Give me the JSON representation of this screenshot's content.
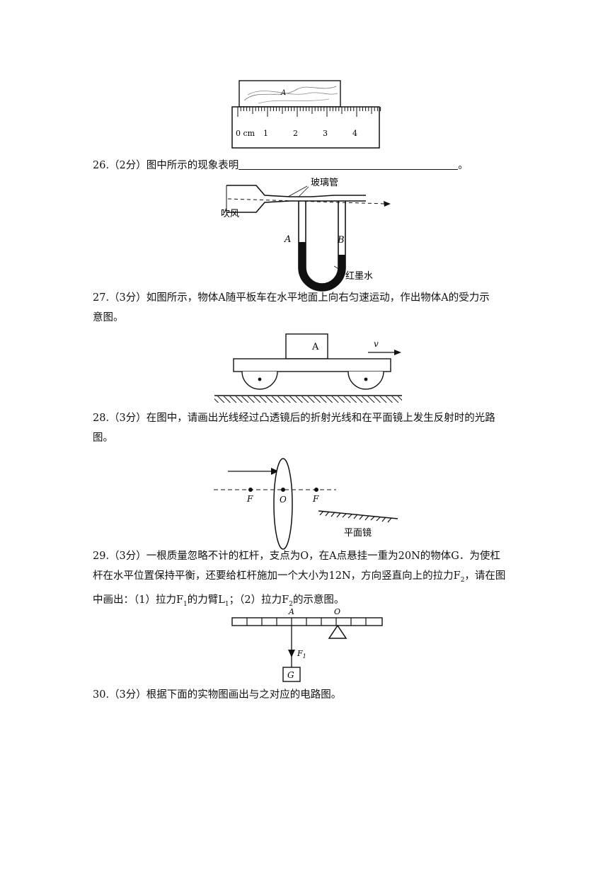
{
  "ruler_figure": {
    "block_label": "A",
    "unit_label": "0 cm",
    "tick_labels": [
      "1",
      "2",
      "3",
      "4"
    ]
  },
  "q26": {
    "text": "26.（2分）图中所示的现象表明",
    "end_mark": "。",
    "figure": {
      "tube_label": "玻璃管",
      "wind_label": "吹风",
      "left_label": "A",
      "right_label": "B",
      "liquid_label": "红墨水"
    }
  },
  "q27": {
    "line1": "27.（3分）如图所示，物体A随平板车在水平地面上向右匀速运动，作出物体A的受力示",
    "line2": "意图。",
    "figure": {
      "block_label": "A",
      "velocity_label": "v"
    }
  },
  "q28": {
    "line1": "28.（3分）在图中，请画出光线经过凸透镜后的折射光线和在平面镜上发生反射时的光路",
    "line2": "图。",
    "figure": {
      "focus_left": "F",
      "center_label": "O",
      "focus_right": "F",
      "mirror_label": "平面镜"
    }
  },
  "q29": {
    "line1": "29.（3分）一根质量忽略不计的杠杆，支点为O，在A点悬挂一重为20N的物体G．为使杠",
    "line2_a": "杆在水平位置保持平衡，还要给杠杆施加一个大小为12N，方向竖直向上的拉力F",
    "line2_sub": "2",
    "line2_b": "，请在图",
    "line3_a": "中画出：（1）拉力F",
    "line3_sub1": "1",
    "line3_b": "的力臂L",
    "line3_sub2": "1",
    "line3_c": "；（2）拉力F",
    "line3_sub3": "2",
    "line3_d": "的示意图。",
    "figure": {
      "point_a": "A",
      "pivot_label": "O",
      "force_label": "F",
      "force_sub": "1",
      "weight_label": "G"
    }
  },
  "q30": {
    "text": "30.（3分）根据下面的实物图画出与之对应的电路图。"
  }
}
